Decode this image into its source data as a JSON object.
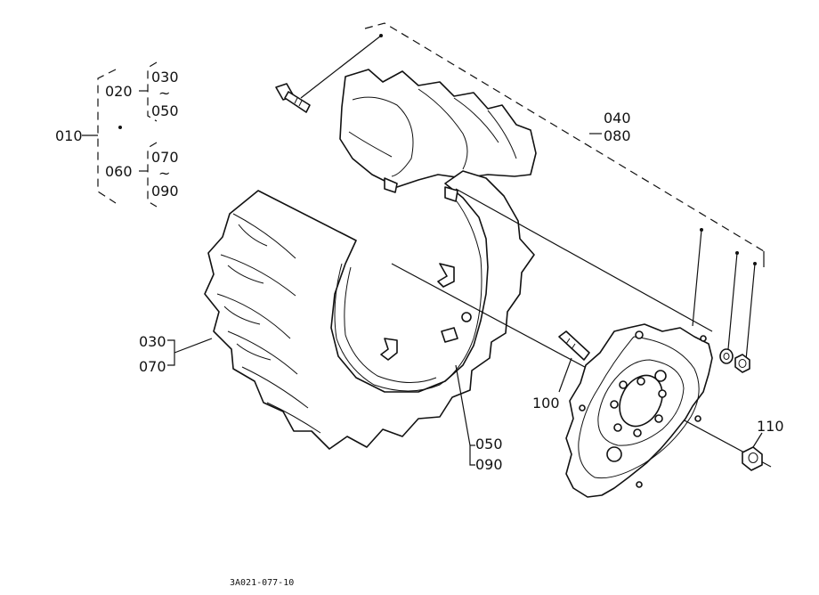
{
  "labels": {
    "l010": "010",
    "l020": "020",
    "l030a": "030",
    "l050a": "050",
    "l060": "060",
    "l070a": "070",
    "l090a": "090",
    "l040": "040",
    "l080": "080",
    "l030b": "030",
    "l070b": "070",
    "l100": "100",
    "l050b": "050",
    "l090b": "090",
    "l110": "110"
  },
  "range_symbol": "~",
  "drawing_code": "3A021-077-10"
}
